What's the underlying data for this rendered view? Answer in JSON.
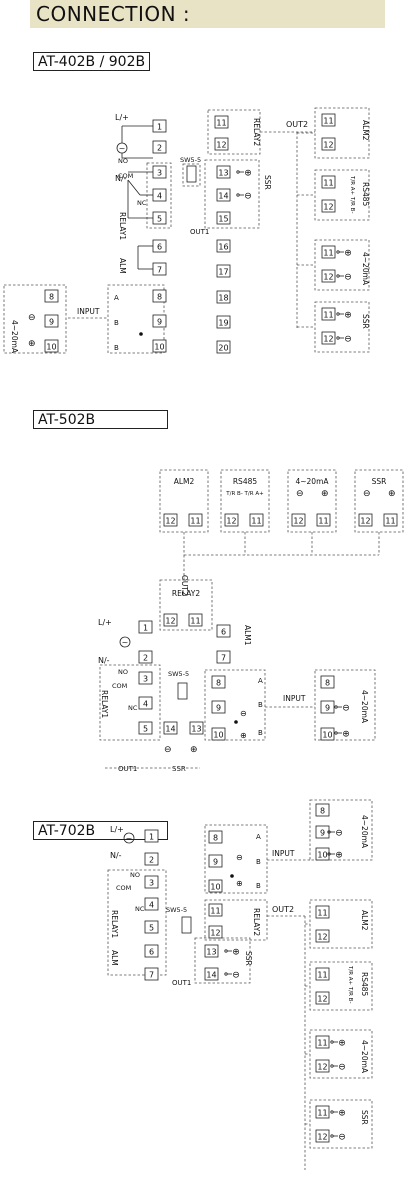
{
  "header": {
    "title": "CONNECTION :"
  },
  "sections": [
    {
      "model": "AT-402B / 902B"
    },
    {
      "model": "AT-502B"
    },
    {
      "model": "AT-702B"
    }
  ],
  "labels": {
    "power_live": "L/+",
    "power_neutral": "N/-",
    "no": "NO",
    "com": "COM",
    "nc": "NC",
    "relay1": "RELAY1",
    "relay2": "RELAY2",
    "sw": "SW5-5",
    "ssr": "SSR",
    "out1": "OUT1",
    "out2": "OUT2",
    "alm": "ALM",
    "alm1": "ALM1",
    "alm2": "ALM2",
    "rs485": "RS485",
    "rs485_pins": "T/R A+ T/R B-",
    "rs485_pins_b": "T/R B- T/R A+",
    "ma": "4~20mA",
    "input": "INPUT",
    "a": "A",
    "b": "B",
    "plus": "⊕",
    "minus": "⊖"
  },
  "terminals": [
    "1",
    "2",
    "3",
    "4",
    "5",
    "6",
    "7",
    "8",
    "9",
    "10",
    "11",
    "12",
    "13",
    "14",
    "15",
    "16",
    "17",
    "18",
    "19",
    "20"
  ]
}
